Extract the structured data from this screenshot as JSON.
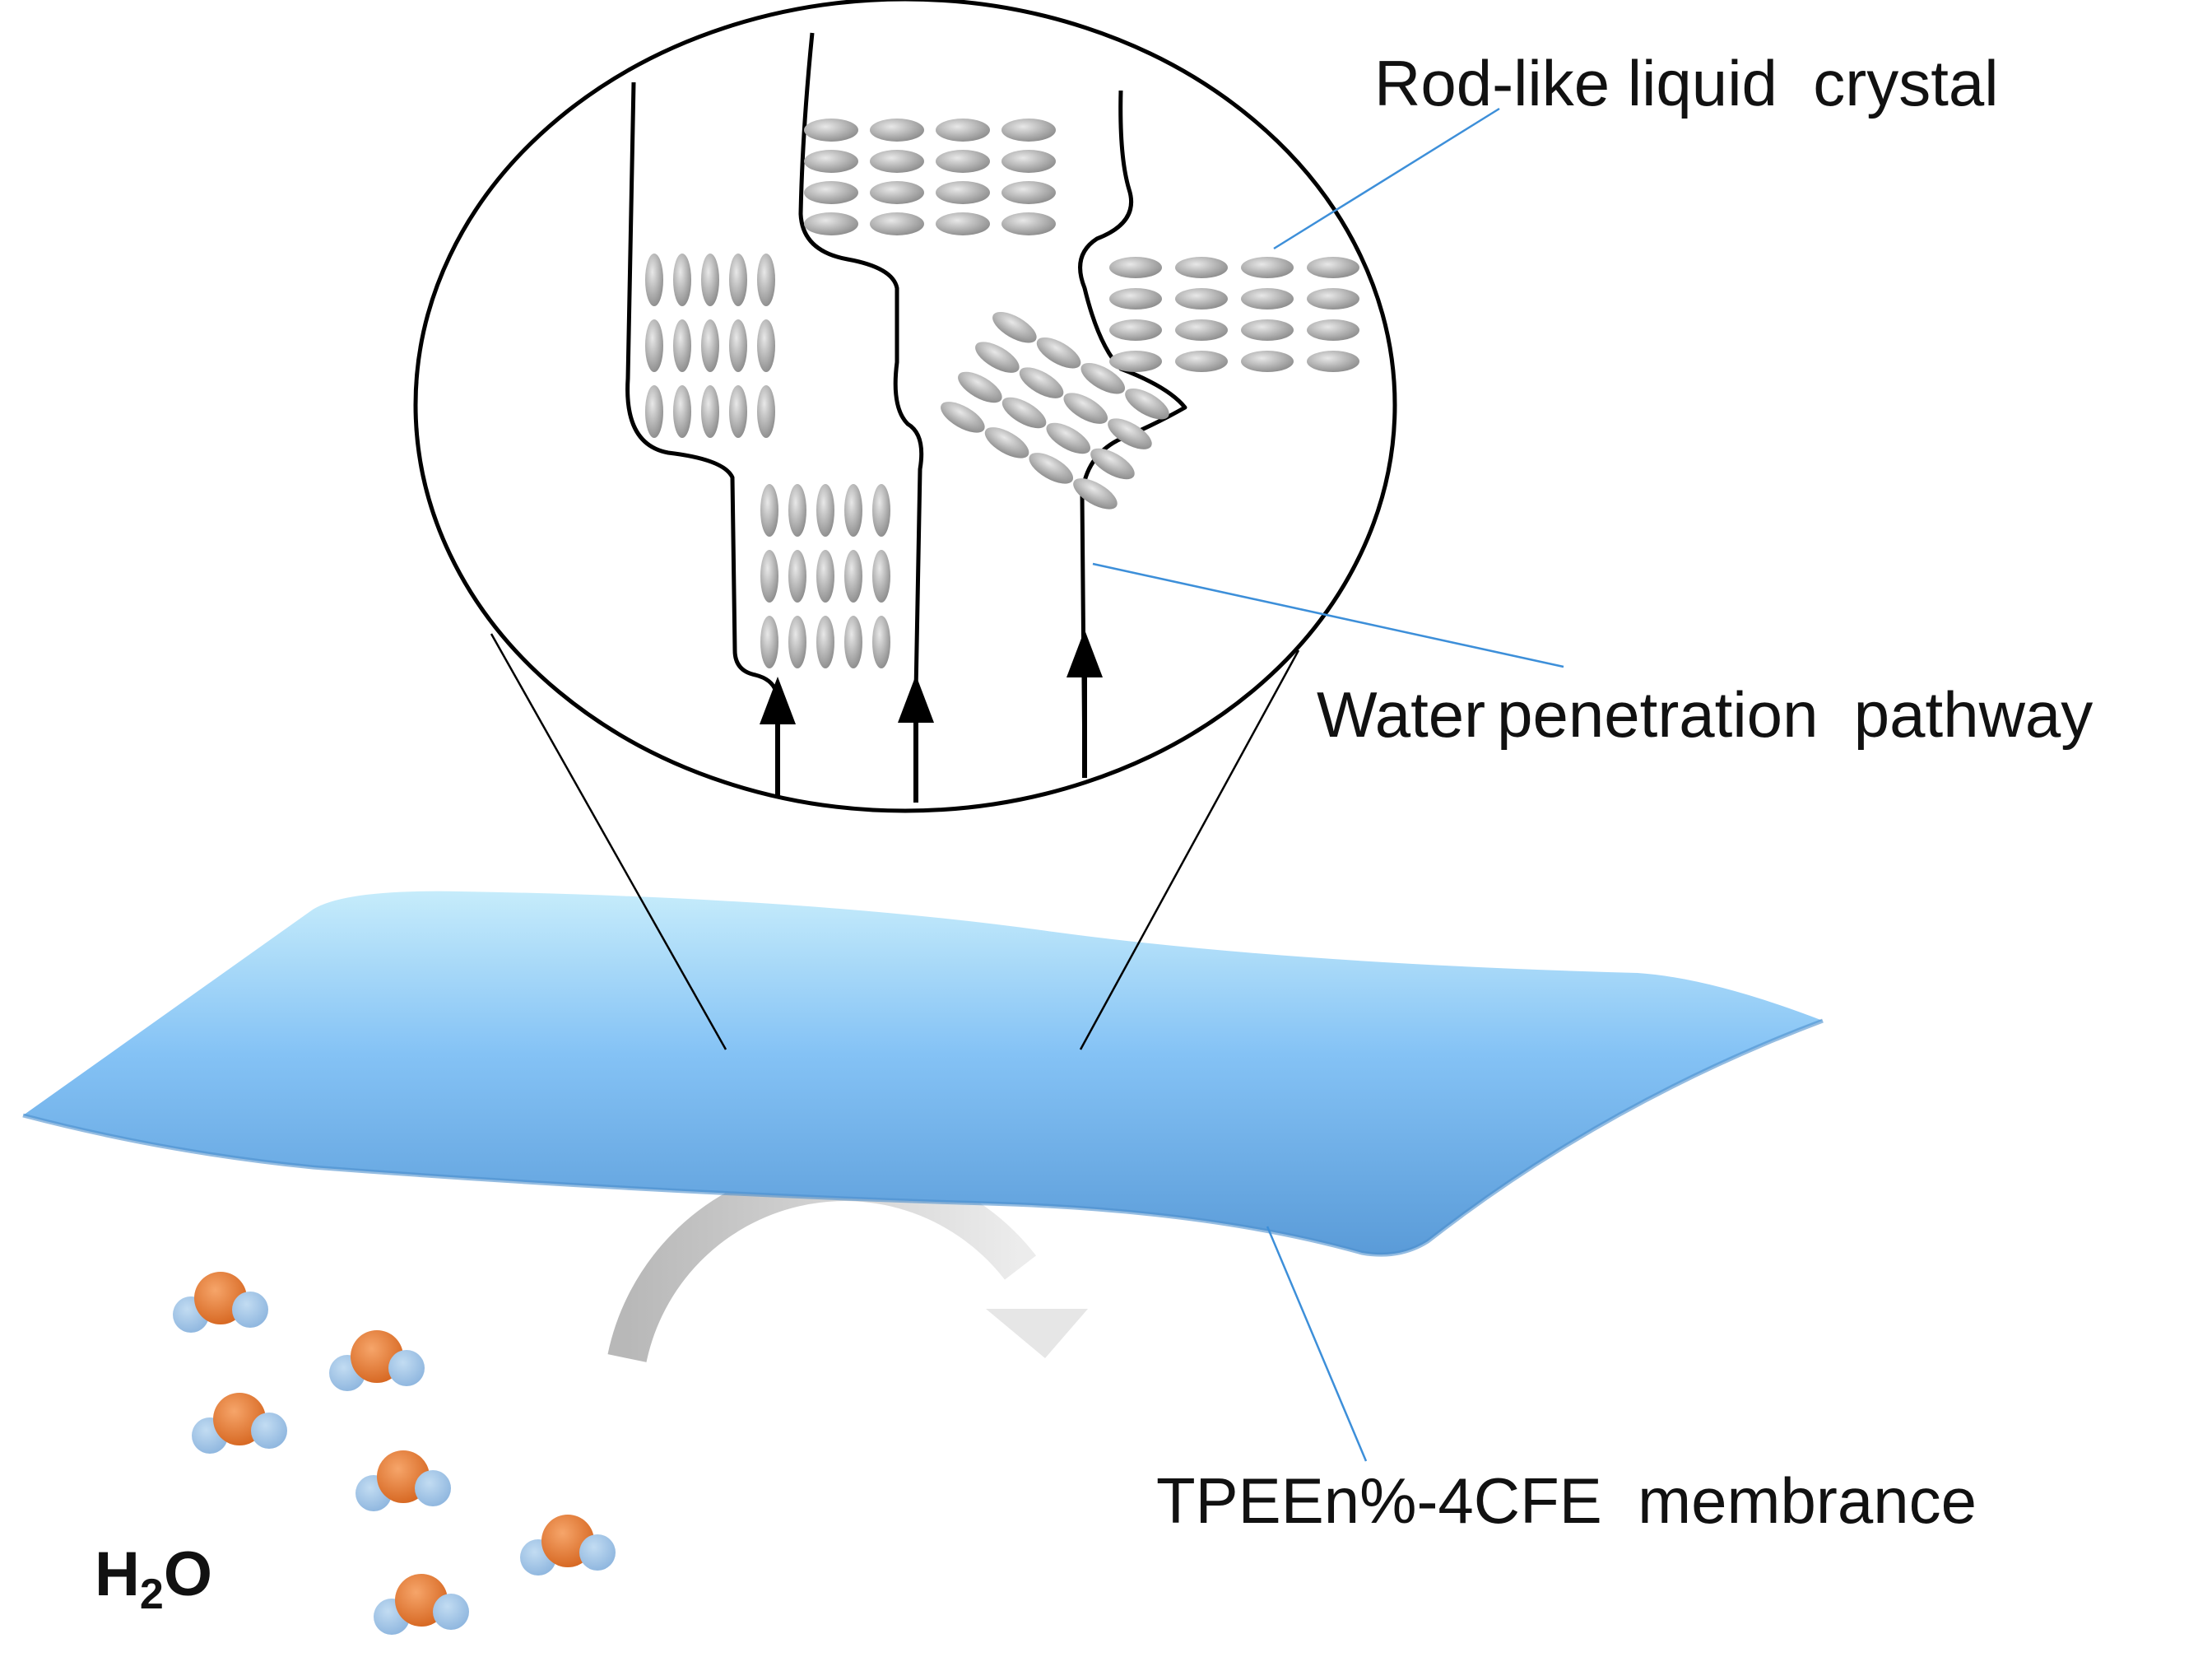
{
  "labels": {
    "rod_like": "Rod-like liquid  crystal",
    "water_pathway_1": "Water",
    "water_pathway_2": "penetration  pathway",
    "membrane": "TPEEn%-4CFE  membrance",
    "water_h": "H",
    "water_sub": "2",
    "water_o": "O"
  },
  "colors": {
    "membrane_top": "#c6ecfb",
    "membrane_mid": "#84c2f5",
    "membrane_bottom": "#5a9bd8",
    "leader_line": "#3d8fd9",
    "oxygen": "#e2762f",
    "hydrogen": "#9dc3e6",
    "rod": "#999999",
    "arc_dark": "#bdbdbd",
    "arc_light": "#e6e6e6",
    "outline": "#000000"
  },
  "icons": {
    "molecule": "water-molecule-icon",
    "arrow": "up-arrow-icon",
    "rotation": "curved-arrow-icon"
  }
}
